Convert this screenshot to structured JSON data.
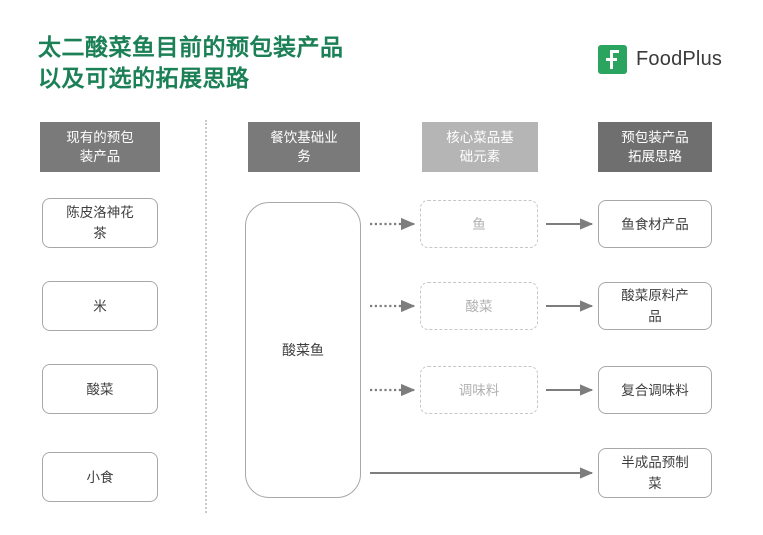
{
  "title": "太二酸菜鱼目前的预包装产品\n以及可选的拓展思路",
  "brand": {
    "name": "FoodPlus",
    "logo_letter": "F",
    "logo_color": "#2aa45e",
    "title_color": "#1b8055"
  },
  "columns": [
    {
      "id": "existing",
      "header": "现有的预包\n装产品",
      "header_bg": "#7a7a7a"
    },
    {
      "id": "base-biz",
      "header": "餐饮基础业\n务",
      "header_bg": "#7a7a7a"
    },
    {
      "id": "core-elem",
      "header": "核心菜品基\n础元素",
      "header_bg": "#b5b5b5"
    },
    {
      "id": "expansion",
      "header": "预包装产品\n拓展思路",
      "header_bg": "#6f6f6f"
    }
  ],
  "existing_products": [
    {
      "label": "陈皮洛神花\n茶"
    },
    {
      "label": "米"
    },
    {
      "label": "酸菜"
    },
    {
      "label": "小食"
    }
  ],
  "base_business": {
    "label": "酸菜鱼"
  },
  "core_elements": [
    {
      "label": "鱼"
    },
    {
      "label": "酸菜"
    },
    {
      "label": "调味料"
    }
  ],
  "expansion_ideas": [
    {
      "label": "鱼食材产品"
    },
    {
      "label": "酸菜原料产\n品"
    },
    {
      "label": "复合调味料"
    },
    {
      "label": "半成品预制\n菜"
    }
  ],
  "connectors": [
    {
      "from": "酸菜鱼",
      "to": "鱼",
      "style": "dotted"
    },
    {
      "from": "酸菜鱼",
      "to": "酸菜",
      "style": "dotted"
    },
    {
      "from": "酸菜鱼",
      "to": "调味料",
      "style": "dotted"
    },
    {
      "from": "鱼",
      "to": "鱼食材产品",
      "style": "solid"
    },
    {
      "from": "酸菜",
      "to": "酸菜原料产品",
      "style": "solid"
    },
    {
      "from": "调味料",
      "to": "复合调味料",
      "style": "solid"
    },
    {
      "from": "酸菜鱼",
      "to": "半成品预制菜",
      "style": "solid"
    }
  ],
  "colors": {
    "node_border": "#a8a8a8",
    "dashed_border": "#c6c6c6",
    "arrow": "#7d7d7d",
    "divider": "#c9c9c9"
  }
}
